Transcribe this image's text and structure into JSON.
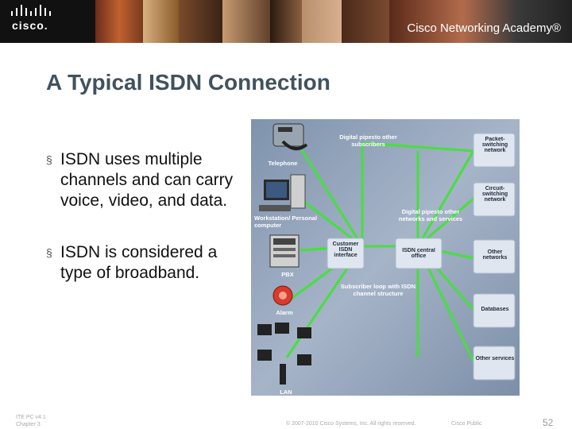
{
  "banner": {
    "logo_text": "cisco.",
    "academy_text": "Cisco Networking Academy®"
  },
  "slide": {
    "title": "A Typical ISDN Connection",
    "bullets": [
      "ISDN uses multiple channels and can carry voice, video, and data.",
      "ISDN is considered a type of broadband."
    ],
    "bullet_marker": "§"
  },
  "diagram": {
    "labels": {
      "telephone": "Telephone",
      "digital_pipes_subscribers": "Digital pipesto other subscribers",
      "packet_switching": "Packet-switching network",
      "circuit_switching": "Circuit-switching network",
      "workstation": "Workstation/ Personal computer",
      "digital_pipes_networks": "Digital pipesto other networks and services",
      "pbx": "PBX",
      "customer_isdn": "Customer ISDN interface",
      "isdn_central_office": "ISDN central office",
      "other_networks": "Other networks",
      "subscriber_loop": "Subscriber loop with ISDN channel structure",
      "alarm": "Alarm",
      "databases": "Databases",
      "other_services": "Other services",
      "lan": "LAN"
    },
    "colors": {
      "background": "#8d9fb8",
      "line": "#46e03c",
      "box": "#dfe6ef"
    }
  },
  "footer": {
    "course": "ITE PC v4.1",
    "chapter": "Chapter 3",
    "copyright": "© 2007-2010 Cisco Systems, Inc. All rights reserved.",
    "classification": "Cisco Public",
    "page": "52"
  }
}
